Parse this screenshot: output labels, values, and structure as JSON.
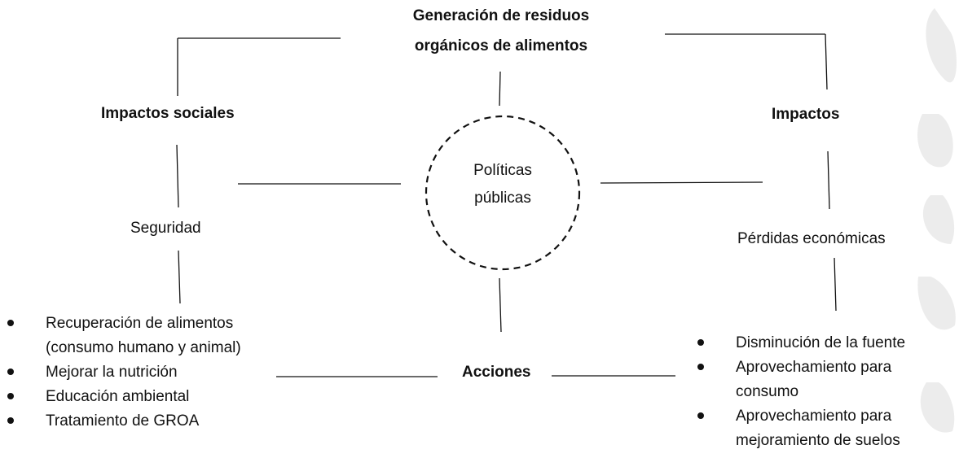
{
  "title": {
    "line1": "Generación de residuos",
    "line2": "orgánicos de alimentos"
  },
  "center": {
    "line1": "Políticas",
    "line2": "públicas"
  },
  "left_branch": {
    "heading": "Impactos sociales",
    "sub": "Seguridad",
    "bullets": [
      "Recuperación de alimentos",
      "(consumo humano y animal)",
      "Mejorar la nutrición",
      "Educación ambiental",
      "Tratamiento de GROA"
    ]
  },
  "right_branch": {
    "heading": "Impactos",
    "sub": "Pérdidas económicas",
    "bullets": [
      "Disminución de la fuente",
      "Aprovechamiento para",
      "consumo",
      "Aprovechamiento para",
      "mejoramiento de suelos"
    ]
  },
  "bottom": {
    "label": "Acciones"
  },
  "colors": {
    "text": "#111111",
    "line": "#111111",
    "watermark": "#e9e9e9"
  }
}
